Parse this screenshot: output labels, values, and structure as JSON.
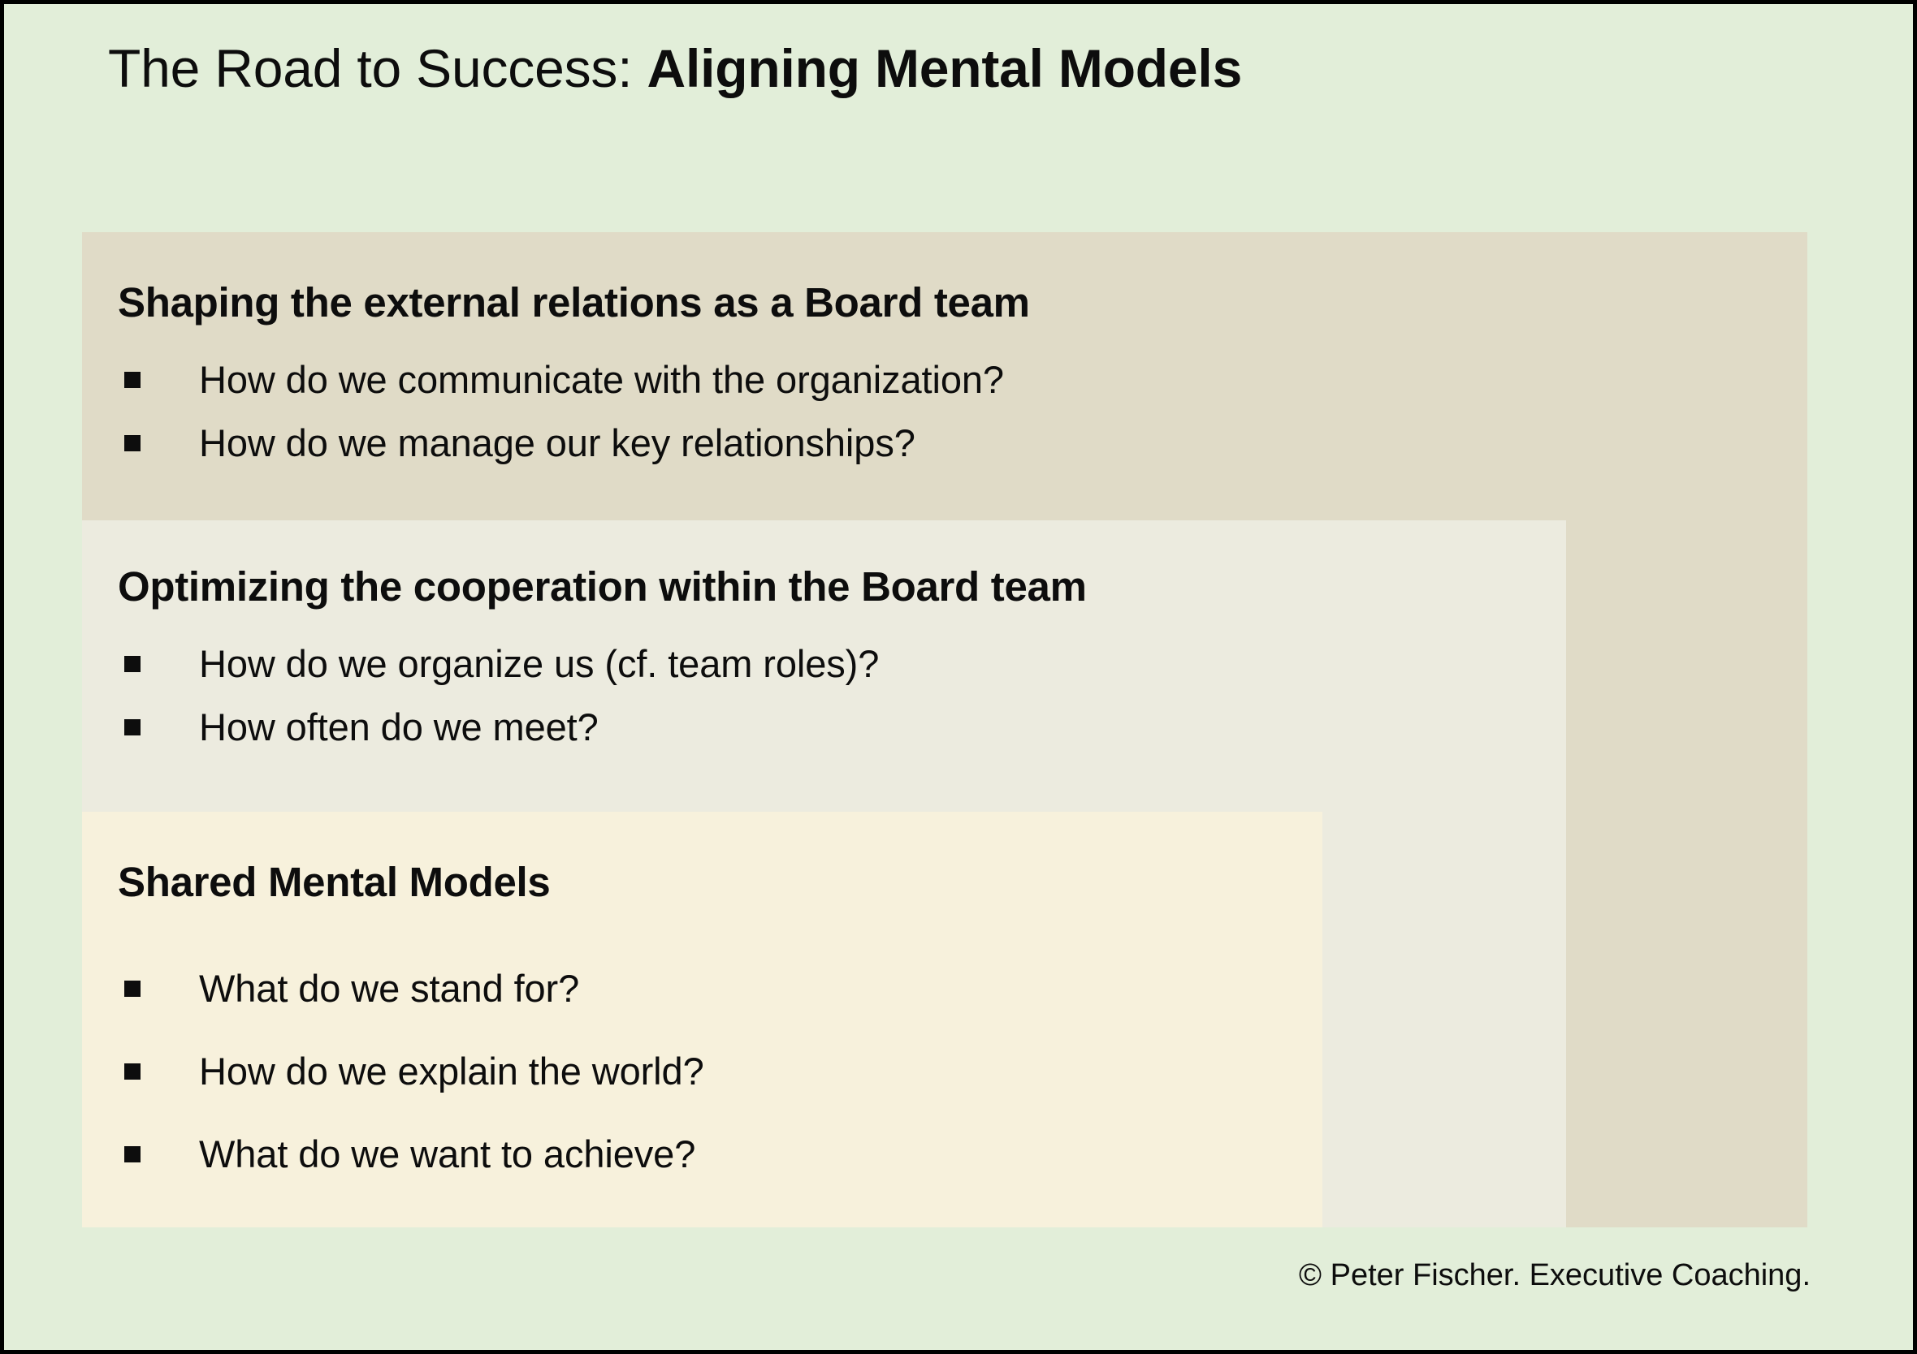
{
  "slide": {
    "background_color": "#e2eed9",
    "border_color": "#000000",
    "title": {
      "lead": "The Road to Success: ",
      "accent": "Aligning Mental Models"
    },
    "footer": "© Peter Fischer. Executive Coaching."
  },
  "panels": [
    {
      "id": "external",
      "heading": "Shaping the external relations as a Board team",
      "background_color": "#e0dbc7",
      "bullets": [
        "How do we communicate with the organization?",
        "How do we manage our key relationships?"
      ]
    },
    {
      "id": "cooperation",
      "heading": "Optimizing the cooperation within the Board team",
      "background_color": "#ecebdf",
      "bullets": [
        "How do we organize us (cf. team roles)?",
        "How often do we meet?"
      ]
    },
    {
      "id": "shared",
      "heading": "Shared Mental Models",
      "background_color": "#f7f1dc",
      "bullets": [
        "What do we stand for?",
        "How do we explain the world?",
        "What do we want to achieve?"
      ]
    }
  ]
}
